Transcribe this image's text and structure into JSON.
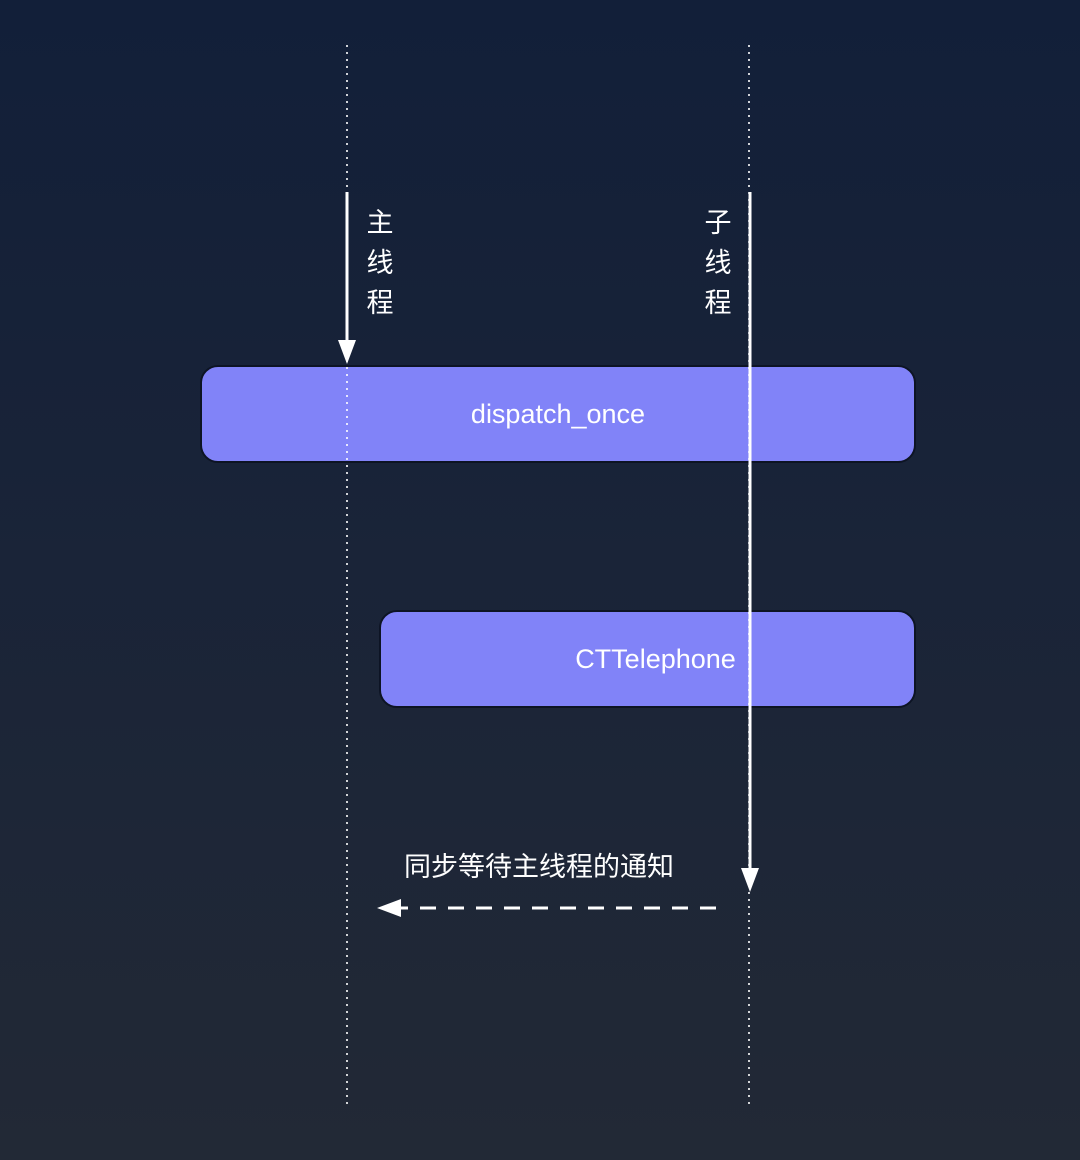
{
  "diagram": {
    "boxes": {
      "dispatch_once": "dispatch_once",
      "cttelephone": "CTTelephone"
    },
    "threads": {
      "main": "主线程",
      "sub": "子线程"
    },
    "notes": {
      "sync_wait": "同步等待主线程的通知"
    },
    "colors": {
      "background_top": "#121f39",
      "background_bottom": "#222936",
      "box_fill": "#8183f8",
      "line": "#ffffff"
    }
  }
}
